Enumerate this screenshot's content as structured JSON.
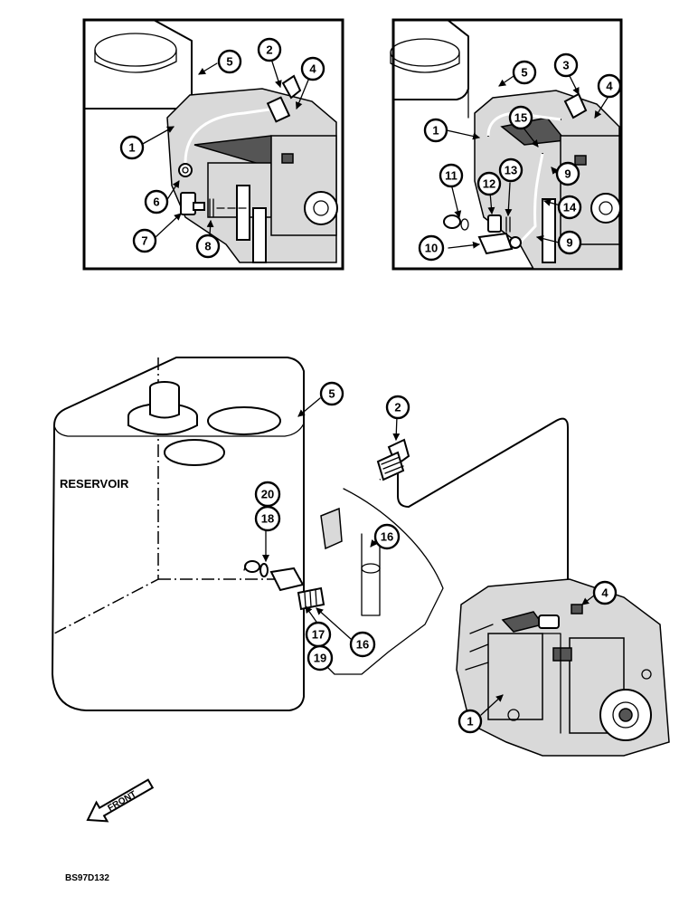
{
  "labels": {
    "reservoir": "RESERVOIR",
    "front": "FRONT",
    "figure_code": "BS97D132"
  },
  "callouts": {
    "p1": [
      "1",
      "2",
      "4",
      "5",
      "6",
      "7",
      "8"
    ],
    "p2": [
      "1",
      "3",
      "4",
      "5",
      "9",
      "9",
      "10",
      "11",
      "12",
      "13",
      "14",
      "15"
    ],
    "p3": [
      "1",
      "2",
      "4",
      "5",
      "16",
      "16",
      "17",
      "18",
      "19",
      "20"
    ]
  }
}
